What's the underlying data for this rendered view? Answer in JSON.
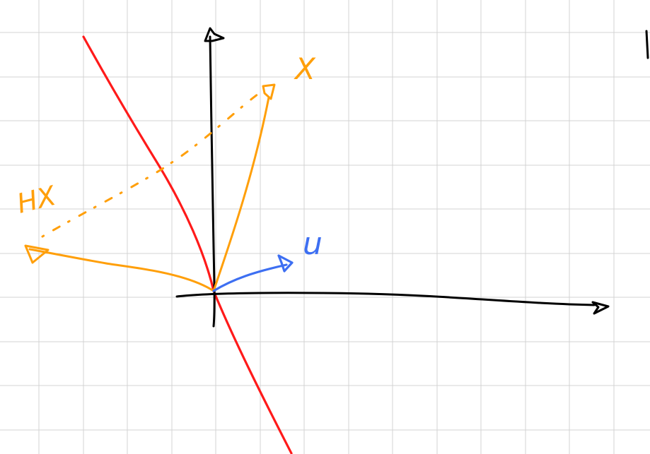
{
  "background": "#ffffff",
  "grid_color": "#d3d3d3",
  "colors": {
    "axes": "#000000",
    "line": "#ff1a1a",
    "vectors": "#ff9f0a",
    "normal": "#3d6ff2"
  },
  "labels": {
    "x_vector": "X",
    "hx_vector": "HX",
    "u_vector": "u"
  }
}
